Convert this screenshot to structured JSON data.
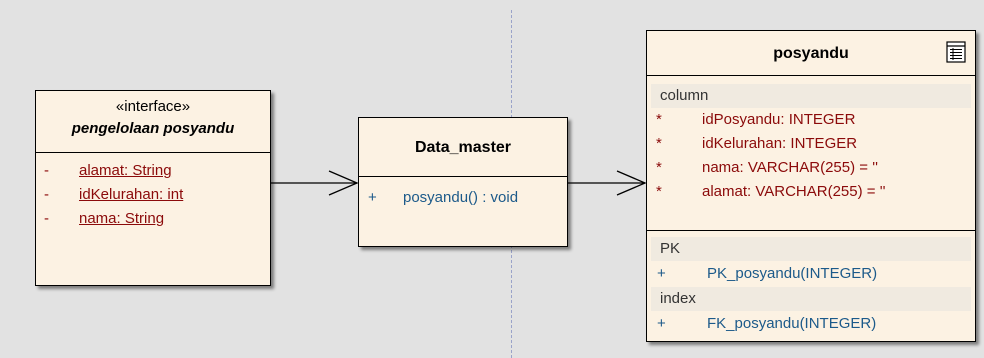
{
  "interface_box": {
    "stereotype": "«interface»",
    "name": "pengelolaan posyandu",
    "attributes": [
      {
        "visibility": "-",
        "text": "alamat:  String"
      },
      {
        "visibility": "-",
        "text": "idKelurahan:  int"
      },
      {
        "visibility": "-",
        "text": "nama:  String"
      }
    ]
  },
  "class_box": {
    "name": "Data_master",
    "operations": [
      {
        "visibility": "+",
        "text": "posyandu() : void"
      }
    ]
  },
  "table_box": {
    "name": "posyandu",
    "icon": "table-icon",
    "column_label": "column",
    "columns": [
      {
        "mark": "*",
        "text": "idPosyandu:  INTEGER"
      },
      {
        "mark": "*",
        "text": "idKelurahan:  INTEGER"
      },
      {
        "mark": "*",
        "text": "nama:  VARCHAR(255) = ''"
      },
      {
        "mark": "*",
        "text": "alamat:  VARCHAR(255) = ''"
      }
    ],
    "pk_label": "PK",
    "pk_rows": [
      {
        "visibility": "+",
        "text": "PK_posyandu(INTEGER)"
      }
    ],
    "index_label": "index",
    "index_rows": [
      {
        "visibility": "+",
        "text": "FK_posyandu(INTEGER)"
      }
    ]
  },
  "colors": {
    "canvas": "#e2e2e2",
    "box_fill": "#fcf2e3",
    "attribute_text": "#8b0a0a",
    "operation_text": "#1c5a8a"
  }
}
